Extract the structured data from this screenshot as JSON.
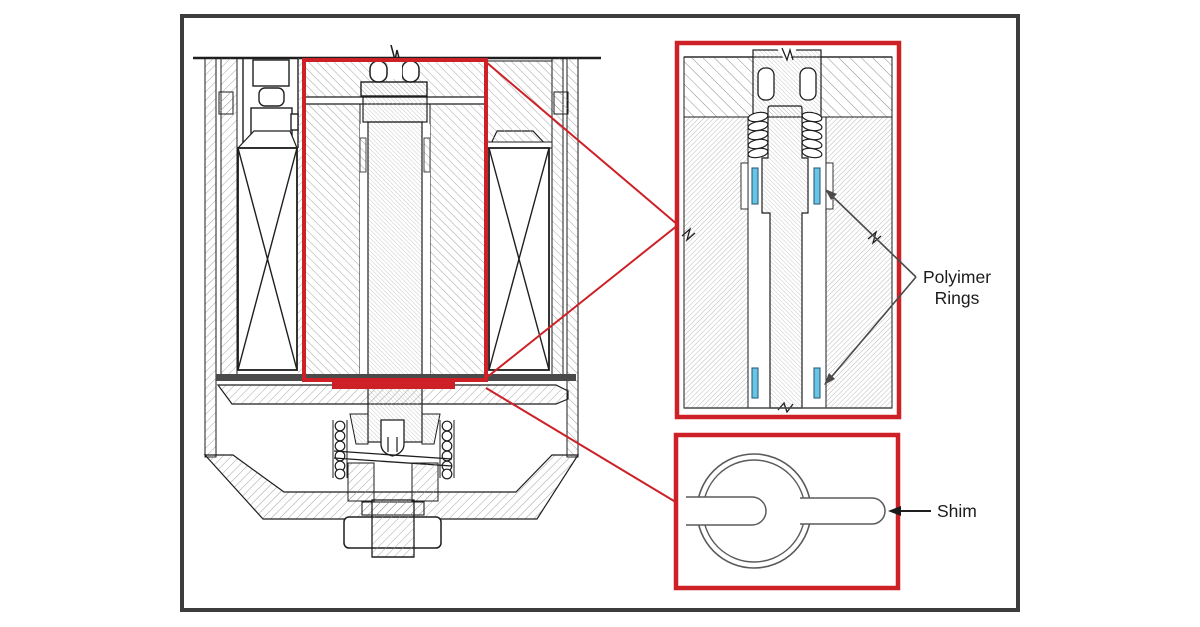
{
  "figure": {
    "type": "technical-cross-section-diagram",
    "description": "Solenoid injector cross-section with two red detail callouts",
    "labels": {
      "polymer_rings_line1": "Polyimer",
      "polymer_rings_line2": "Rings",
      "shim": "Shim"
    },
    "colors": {
      "annotation_red": "#cd2027",
      "ring_blue": "#69c5e6",
      "frame": "#3d3d3d",
      "linework": "#1e1e1e"
    }
  }
}
